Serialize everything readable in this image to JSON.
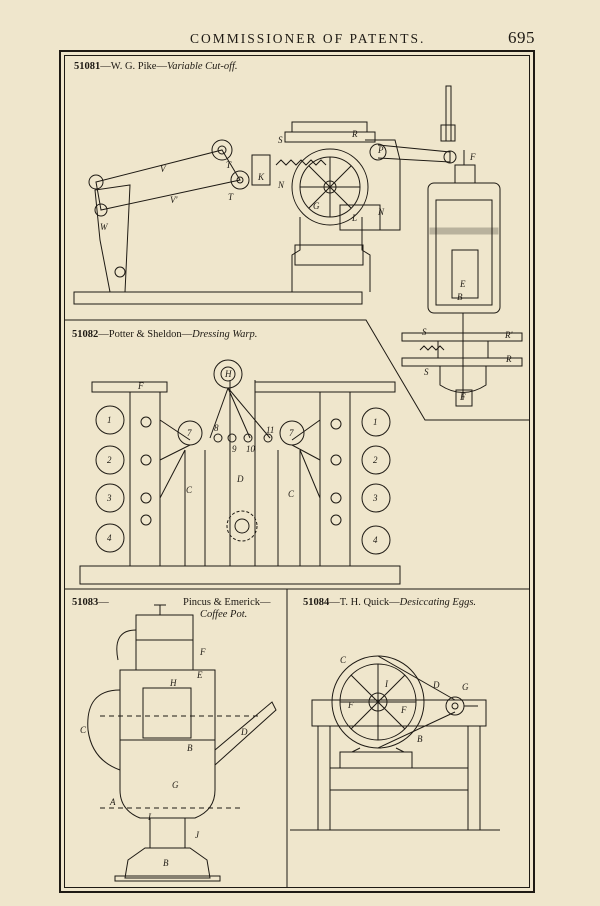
{
  "header": {
    "running_head": "COMMISSIONER OF PATENTS.",
    "page_number": "695"
  },
  "patents": [
    {
      "number": "51081",
      "inventor": "W. G. Pike",
      "title": "Variable Cut-off."
    },
    {
      "number": "51082",
      "inventor": "Potter & Sheldon",
      "title": "Dressing Warp."
    },
    {
      "number": "51083",
      "inventor": "Pincus & Emerick",
      "title": "Coffee Pot."
    },
    {
      "number": "51084",
      "inventor": "T. H. Quick",
      "title": "Desiccating Eggs."
    }
  ],
  "figure_labels": {
    "fig1": [
      "S",
      "R",
      "P",
      "F",
      "V",
      "T",
      "K",
      "N",
      "G",
      "L",
      "N",
      "V'",
      "T",
      "W",
      "E",
      "B",
      "S",
      "R'",
      "R",
      "S",
      "F"
    ],
    "fig2": [
      "H",
      "F",
      "1",
      "2",
      "3",
      "4",
      "1",
      "2",
      "3",
      "4",
      "7",
      "7",
      "8",
      "9",
      "10",
      "11",
      "C",
      "D",
      "C"
    ],
    "fig3": [
      "F",
      "E",
      "H",
      "C",
      "B",
      "D",
      "G",
      "A",
      "I",
      "J",
      "B"
    ],
    "fig4": [
      "C",
      "I",
      "D",
      "G",
      "F",
      "F",
      "B"
    ]
  }
}
